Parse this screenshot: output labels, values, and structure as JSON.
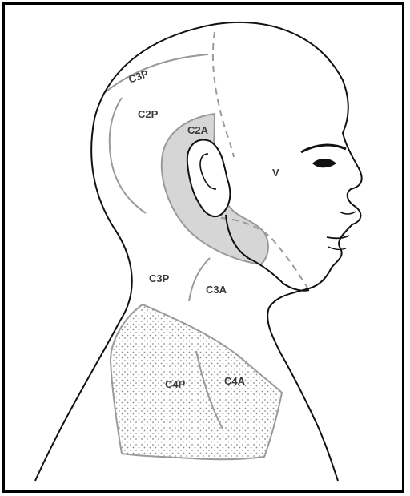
{
  "diagram": {
    "colors": {
      "outline": "#111111",
      "zone_line": "#9a9a9a",
      "zone_fill": "#d6d6d6",
      "stipple": "#8e8e8e",
      "label": "#3a3a3a"
    },
    "labels": {
      "c3p_upper": "C3P",
      "c2p": "C2P",
      "c2a": "C2A",
      "v": "V",
      "c3p_lower": "C3P",
      "c3a": "C3A",
      "c4p": "C4P",
      "c4a": "C4A"
    }
  }
}
